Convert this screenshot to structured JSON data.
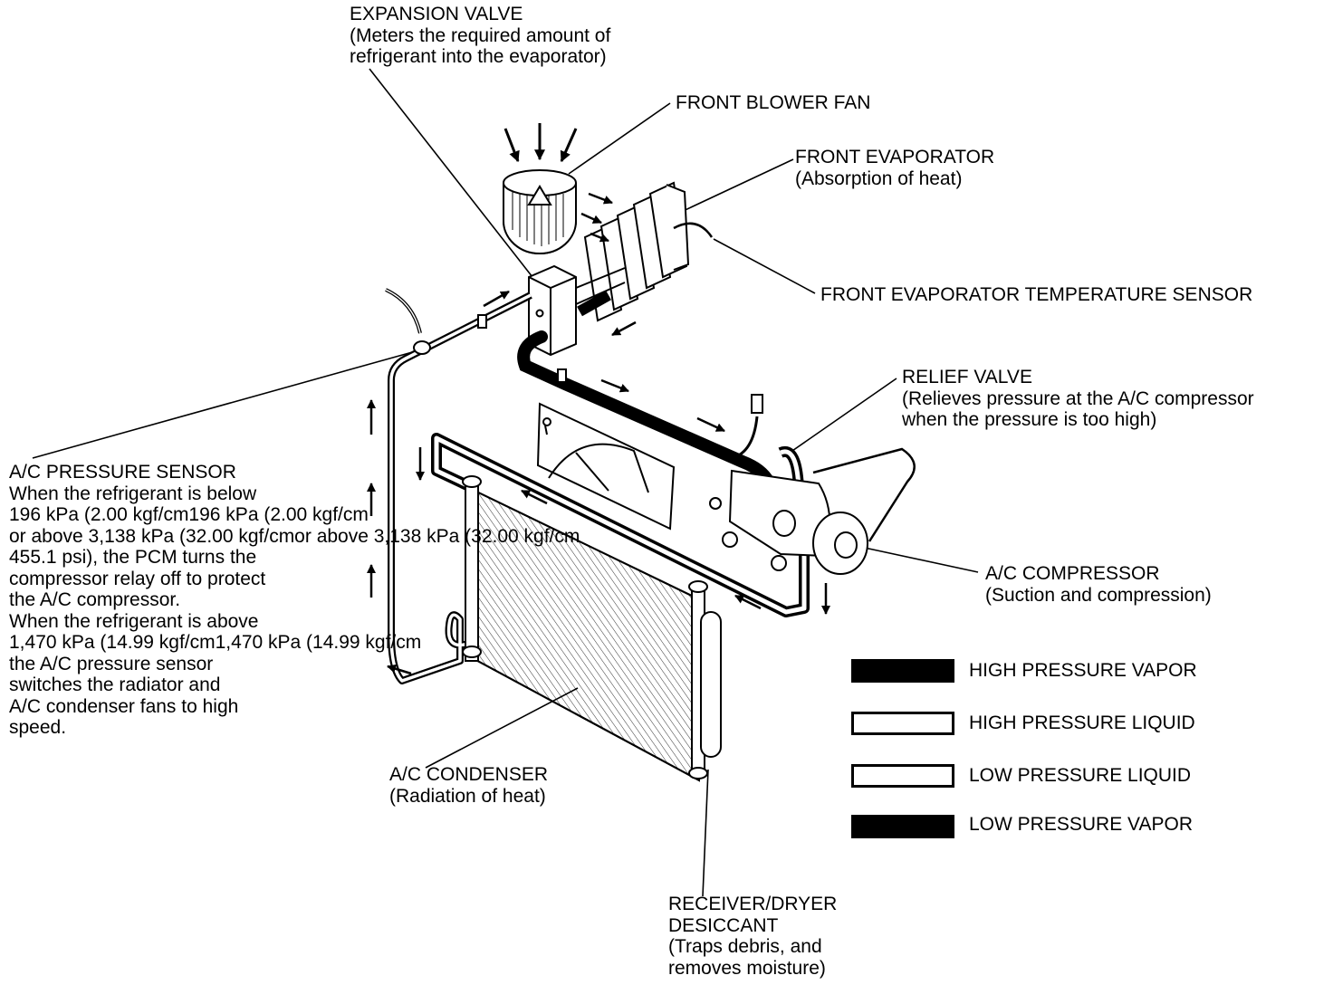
{
  "labels": {
    "expansion_valve": {
      "title": "EXPANSION VALVE",
      "desc_line1": "(Meters the required amount of",
      "desc_line2": "refrigerant into the evaporator)"
    },
    "front_blower_fan": {
      "title": "FRONT BLOWER FAN"
    },
    "front_evaporator": {
      "title": "FRONT EVAPORATOR",
      "desc": "(Absorption of heat)"
    },
    "front_evaporator_temp_sensor": {
      "title": "FRONT EVAPORATOR TEMPERATURE SENSOR"
    },
    "relief_valve": {
      "title": "RELIEF VALVE",
      "desc_line1": "(Relieves pressure at the A/C compressor",
      "desc_line2": "when the pressure is too high)"
    },
    "ac_pressure_sensor": {
      "title": "A/C PRESSURE SENSOR",
      "lines": [
        "When the refrigerant is below",
        "196 kPa (2.00 kgf/cm196 kPa (2.00 kgf/cm",
        "or above 3,138 kPa (32.00 kgf/cmor above 3,138 kPa (32.00 kgf/cm",
        "455.1 psi), the PCM turns the",
        "compressor relay off to protect",
        "the A/C compressor.",
        "When the refrigerant is above",
        "1,470 kPa (14.99 kgf/cm1,470 kPa (14.99 kgf/cm",
        "the A/C pressure sensor",
        "switches the radiator and",
        "A/C condenser fans to high",
        "speed."
      ]
    },
    "ac_compressor": {
      "title": "A/C COMPRESSOR",
      "desc": "(Suction and compression)"
    },
    "ac_condenser": {
      "title": "A/C CONDENSER",
      "desc": "(Radiation of heat)"
    },
    "receiver_dryer": {
      "title_line1": "RECEIVER/DRYER",
      "title_line2": "DESICCANT",
      "desc_line1": "(Traps debris, and",
      "desc_line2": "removes moisture)"
    }
  },
  "legend": [
    {
      "label": "HIGH PRESSURE VAPOR",
      "fill": "#000000"
    },
    {
      "label": "HIGH PRESSURE LIQUID",
      "fill": "#ffffff"
    },
    {
      "label": "LOW PRESSURE LIQUID",
      "fill": "#ffffff"
    },
    {
      "label": "LOW PRESSURE VAPOR",
      "fill": "#000000"
    }
  ]
}
